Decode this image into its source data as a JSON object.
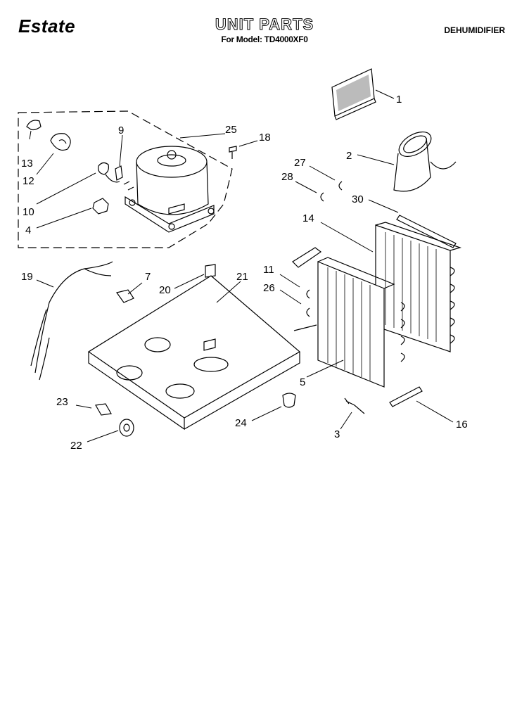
{
  "header": {
    "brand": "Estate",
    "title": "UNIT PARTS",
    "subtitle": "For Model: TD4000XF0",
    "category": "DEHUMIDIFIER"
  },
  "callouts": [
    "1",
    "2",
    "3",
    "4",
    "5",
    "7",
    "9",
    "10",
    "11",
    "12",
    "13",
    "14",
    "16",
    "18",
    "19",
    "20",
    "21",
    "22",
    "23",
    "24",
    "25",
    "26",
    "27",
    "28",
    "30"
  ]
}
